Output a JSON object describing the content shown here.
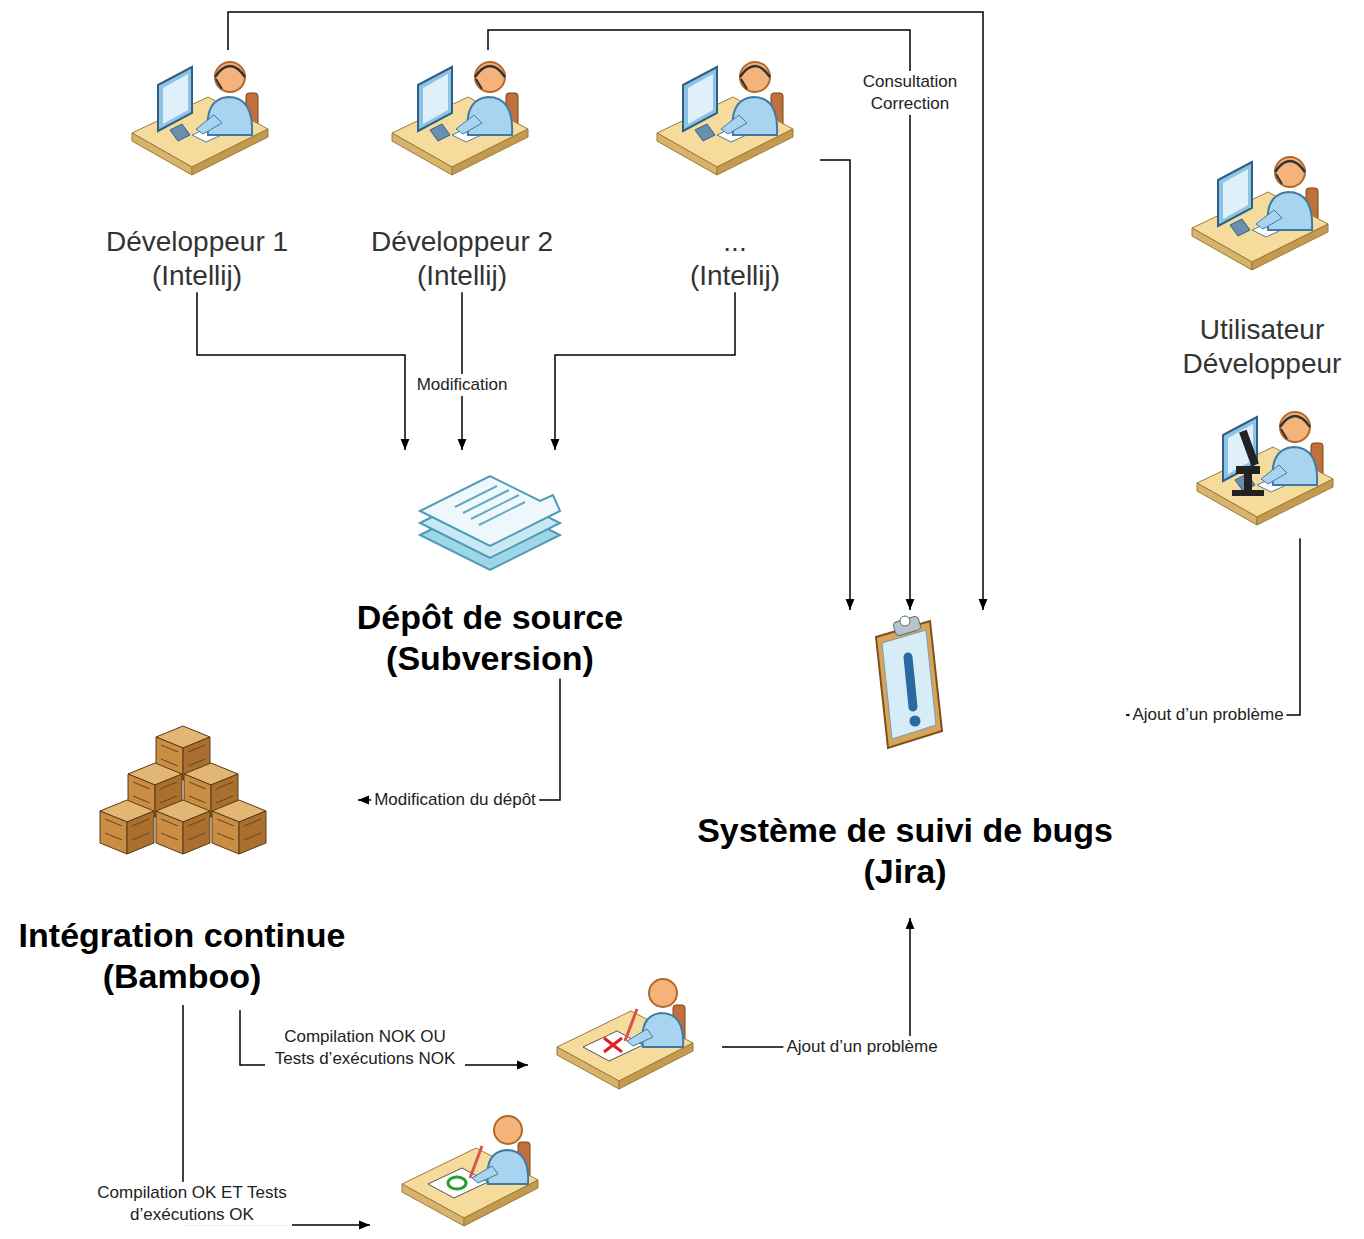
{
  "diagram": {
    "nodes": [
      {
        "text": [
          "Développeur 1 (Intellij)"
        ]
      },
      {
        "text": [
          "Développeur 2 (Intellij)"
        ]
      },
      {
        "text": [
          "... (Intellij)"
        ]
      },
      {
        "text": [
          "Utilisateur Développeur"
        ]
      },
      {
        "text": [
          "Dépôt de source (Subversion)"
        ]
      },
      {
        "text": [
          "Système de suivi de bugs (Jira)"
        ]
      },
      {
        "text": [
          "Intégration continue (Bamboo)"
        ]
      }
    ],
    "edges": [
      {
        "from": 0,
        "to": 4,
        "arrow": "to"
      },
      {
        "from": 1,
        "to": 4,
        "label": "Modification",
        "arrow": "to"
      },
      {
        "from": 2,
        "to": 4,
        "arrow": "to"
      },
      {
        "from": 4,
        "to": 6,
        "label": "Modification du dépôt",
        "arrow": "to"
      },
      {
        "from": 3,
        "to": 5,
        "label": "Ajout d’un problème",
        "arrow": "to"
      },
      {
        "from": 0,
        "to": 5,
        "arrow": "to"
      },
      {
        "from": 1,
        "to": 5,
        "label": "Consultation Correction",
        "arrow": "to"
      },
      {
        "from": 2,
        "to": 5,
        "arrow": "to"
      }
    ],
    "labels": [
      "Compilation NOK OU Tests d’exécutions NOK",
      "Ajout d’un problème",
      "Compilation OK ET Tests d’exécutions OK"
    ]
  }
}
